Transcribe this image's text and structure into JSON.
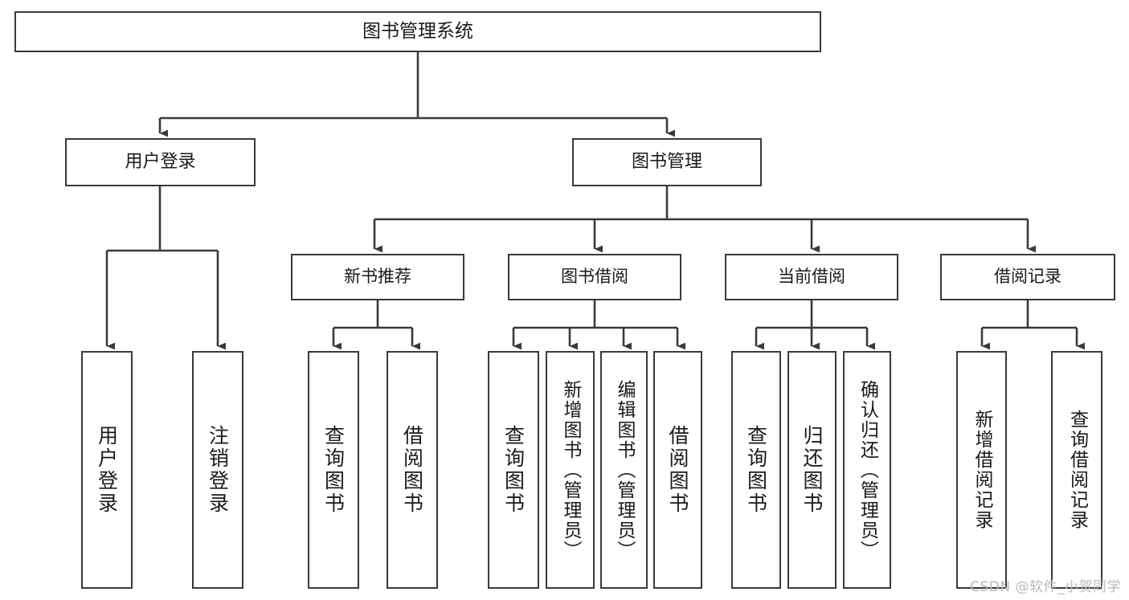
{
  "diagram": {
    "title": "图书管理系统",
    "type": "hierarchy-tree",
    "orientation": "top-down",
    "line_color": "#3a3a3a",
    "box_fill": "#ffffff",
    "text_color": "#1a1a1a"
  },
  "nodes": {
    "root": {
      "label": "图书管理系统"
    },
    "tier2": [
      {
        "label": "用户登录"
      },
      {
        "label": "图书管理"
      }
    ],
    "tier3": [
      {
        "label": "新书推荐"
      },
      {
        "label": "图书借阅"
      },
      {
        "label": "当前借阅"
      },
      {
        "label": "借阅记录"
      }
    ],
    "leaves_user_login": [
      {
        "label": "用户登录"
      },
      {
        "label": "注销登录"
      }
    ],
    "leaves_new_book": [
      {
        "label": "查询图书"
      },
      {
        "label": "借阅图书"
      }
    ],
    "leaves_borrow": [
      {
        "label": "查询图书"
      },
      {
        "label": "新增图书（管理员）"
      },
      {
        "label": "编辑图书（管理员）"
      },
      {
        "label": "借阅图书"
      }
    ],
    "leaves_current": [
      {
        "label": "查询图书"
      },
      {
        "label": "归还图书"
      },
      {
        "label": "确认归还（管理员）"
      }
    ],
    "leaves_records": [
      {
        "label": "新增借阅记录"
      },
      {
        "label": "查询借阅记录"
      }
    ]
  },
  "watermark": {
    "text": "CSDN @软件_小贺同学"
  }
}
